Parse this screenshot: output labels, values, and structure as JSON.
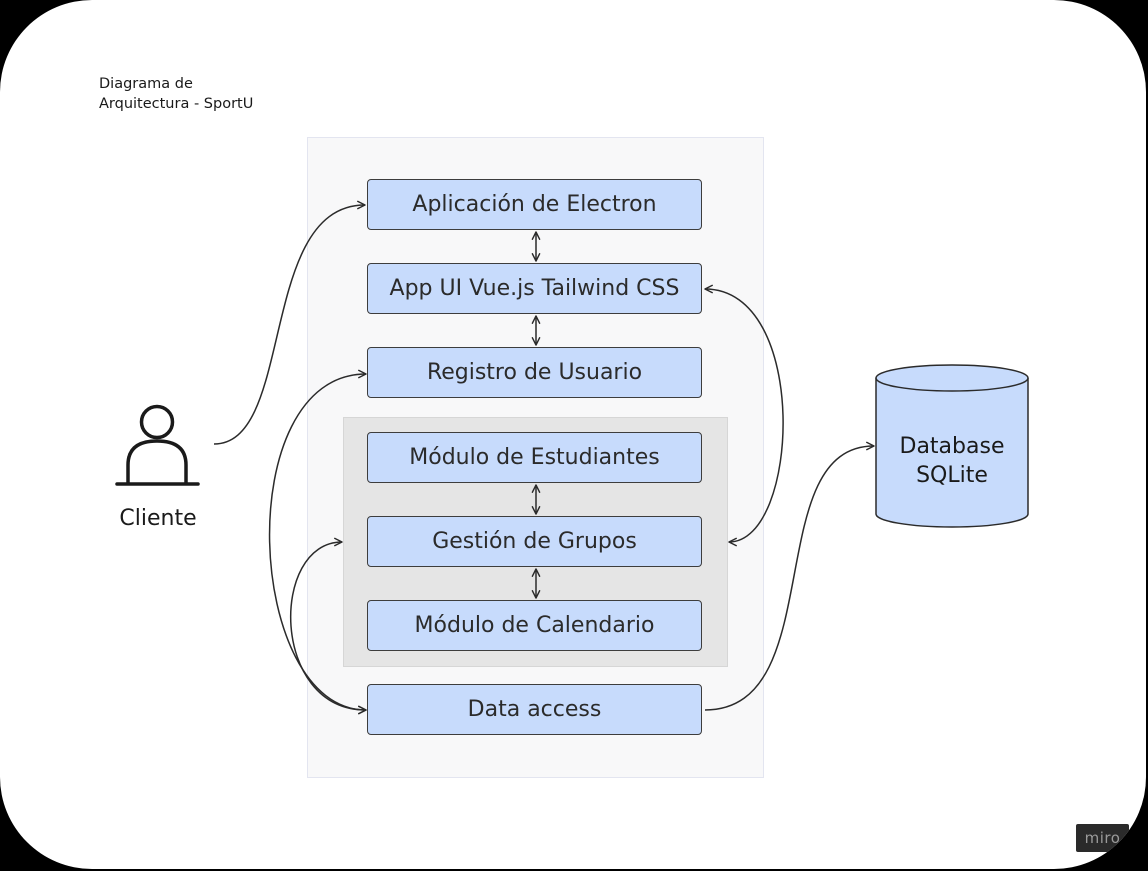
{
  "diagram": {
    "title_line1": "Diagrama de",
    "title_line2": "Arquitectura - SportU",
    "nodes": {
      "electron_app": "Aplicación de Electron",
      "app_ui": "App UI Vue.js Tailwind CSS",
      "user_registration": "Registro de Usuario",
      "students_module": "Módulo de Estudiantes",
      "groups_management": "Gestión de Grupos",
      "calendar_module": "Módulo de Calendario",
      "data_access": "Data access"
    },
    "actor": {
      "label": "Cliente",
      "icon": "user-icon"
    },
    "database": {
      "line1": "Database",
      "line2": "SQLite",
      "icon": "database-cylinder"
    },
    "connections": [
      {
        "from": "Cliente",
        "to": "Aplicación de Electron",
        "direction": "one-way"
      },
      {
        "from": "Aplicación de Electron",
        "to": "App UI Vue.js Tailwind CSS",
        "direction": "two-way"
      },
      {
        "from": "App UI Vue.js Tailwind CSS",
        "to": "Registro de Usuario",
        "direction": "two-way"
      },
      {
        "from": "App UI Vue.js Tailwind CSS",
        "to": "Gestión de Grupos",
        "direction": "two-way"
      },
      {
        "from": "Módulo de Estudiantes",
        "to": "Gestión de Grupos",
        "direction": "two-way"
      },
      {
        "from": "Gestión de Grupos",
        "to": "Módulo de Calendario",
        "direction": "two-way"
      },
      {
        "from": "Registro de Usuario",
        "to": "Data access",
        "direction": "two-way"
      },
      {
        "from": "Data access",
        "to": "Gestión de Grupos",
        "direction": "two-way"
      },
      {
        "from": "Data access",
        "to": "Database SQLite",
        "direction": "one-way"
      }
    ],
    "colors": {
      "node_fill": "#c7dbfc",
      "frame_fill": "#f8f8f9",
      "inner_frame_fill": "#e5e5e5",
      "line": "#2b2b2b"
    }
  },
  "watermark": "miro"
}
